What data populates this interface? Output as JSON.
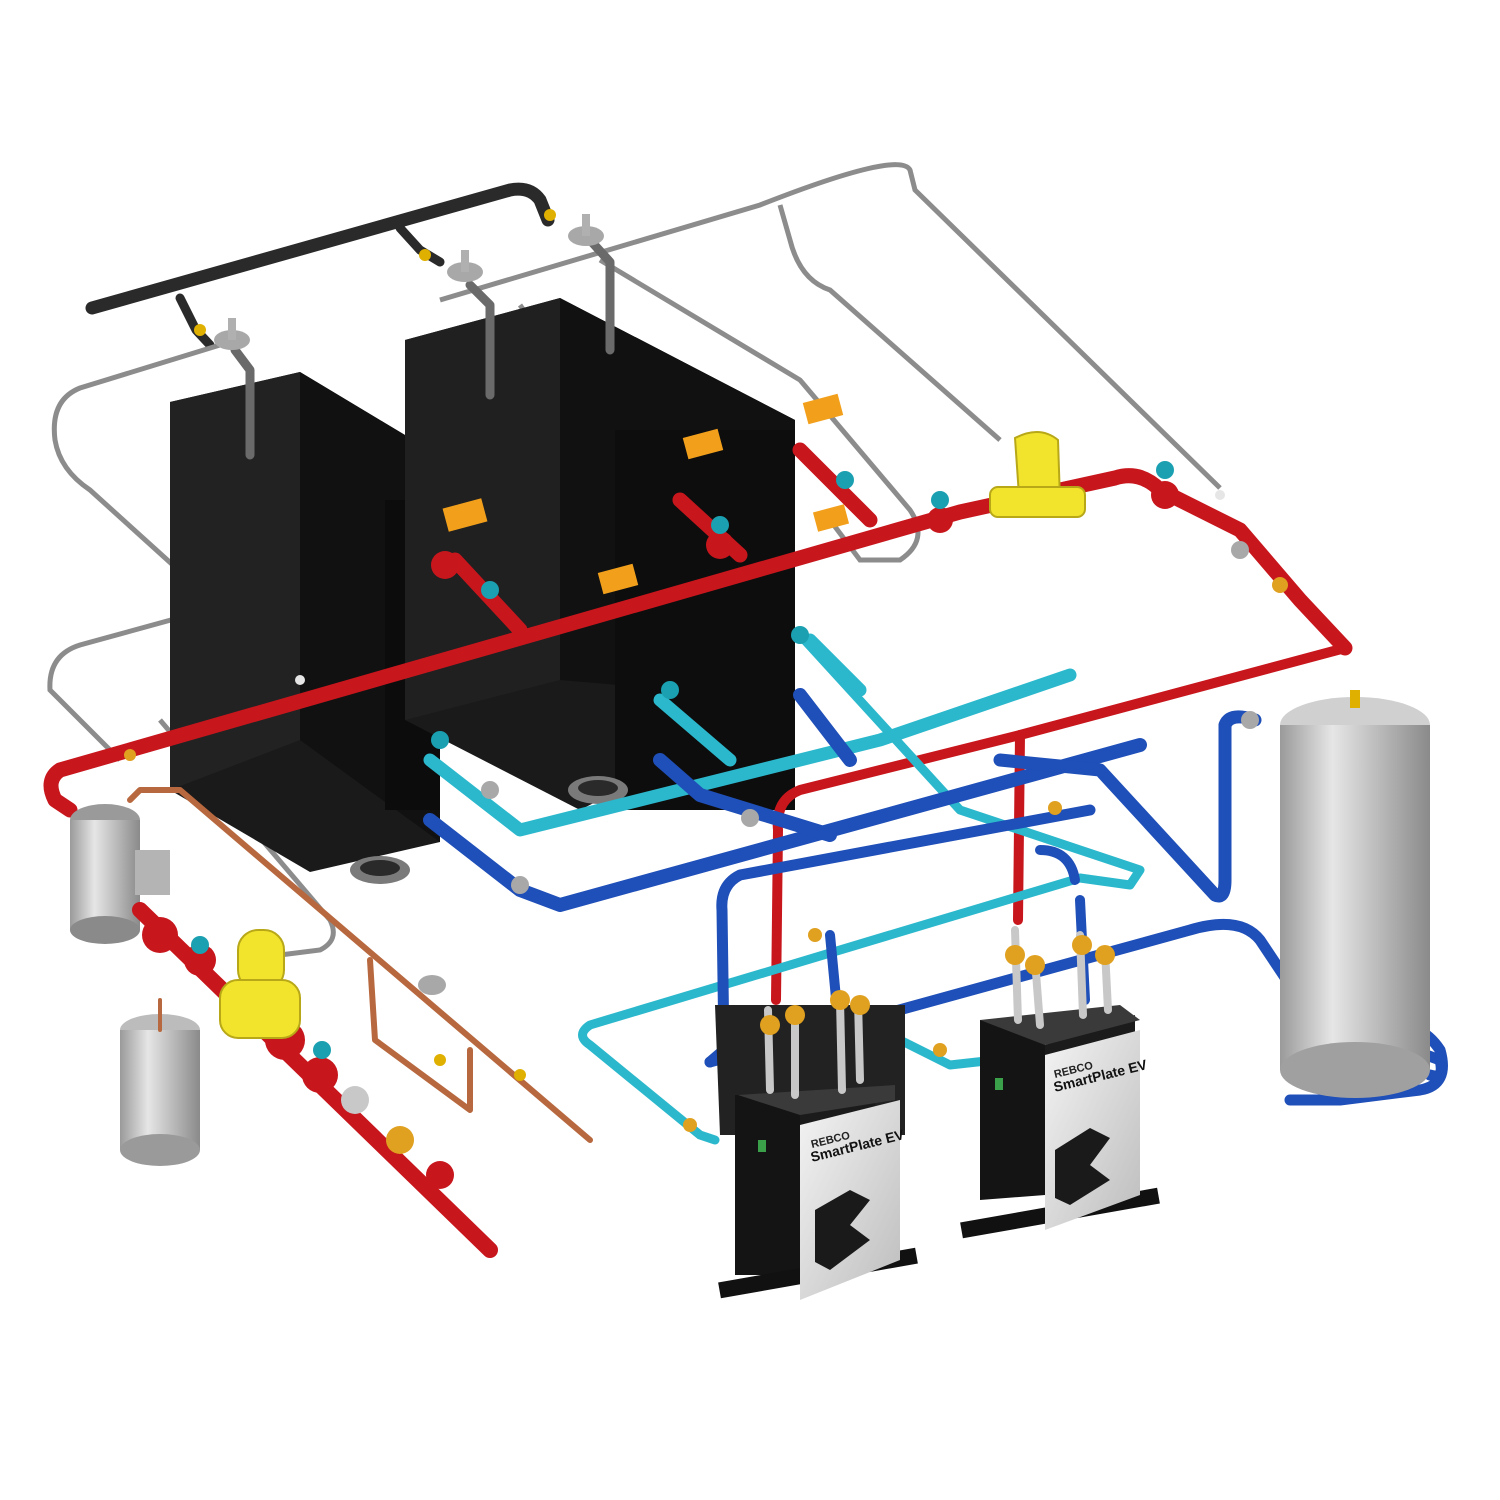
{
  "colors": {
    "background": "#ffffff",
    "supply_pipe": "#c8161d",
    "return_pipe": "#1f4fb8",
    "secondary_pipe": "#2bb8cc",
    "gas_pipe": "#2a2a2a",
    "vent_tubing": "#8c8c8c",
    "copper_pipe": "#b8683e",
    "boiler_body": "#1a1a1a",
    "pump": "#f2e42c",
    "actuator": "#f2a01c",
    "tank": "#c8c8c8"
  },
  "units": [
    {
      "brand": "REBCO",
      "product": "SmartPlate EV",
      "icon": "stylized-e-logo-icon"
    },
    {
      "brand": "REBCO",
      "product": "SmartPlate EV",
      "icon": "stylized-e-logo-icon"
    }
  ]
}
